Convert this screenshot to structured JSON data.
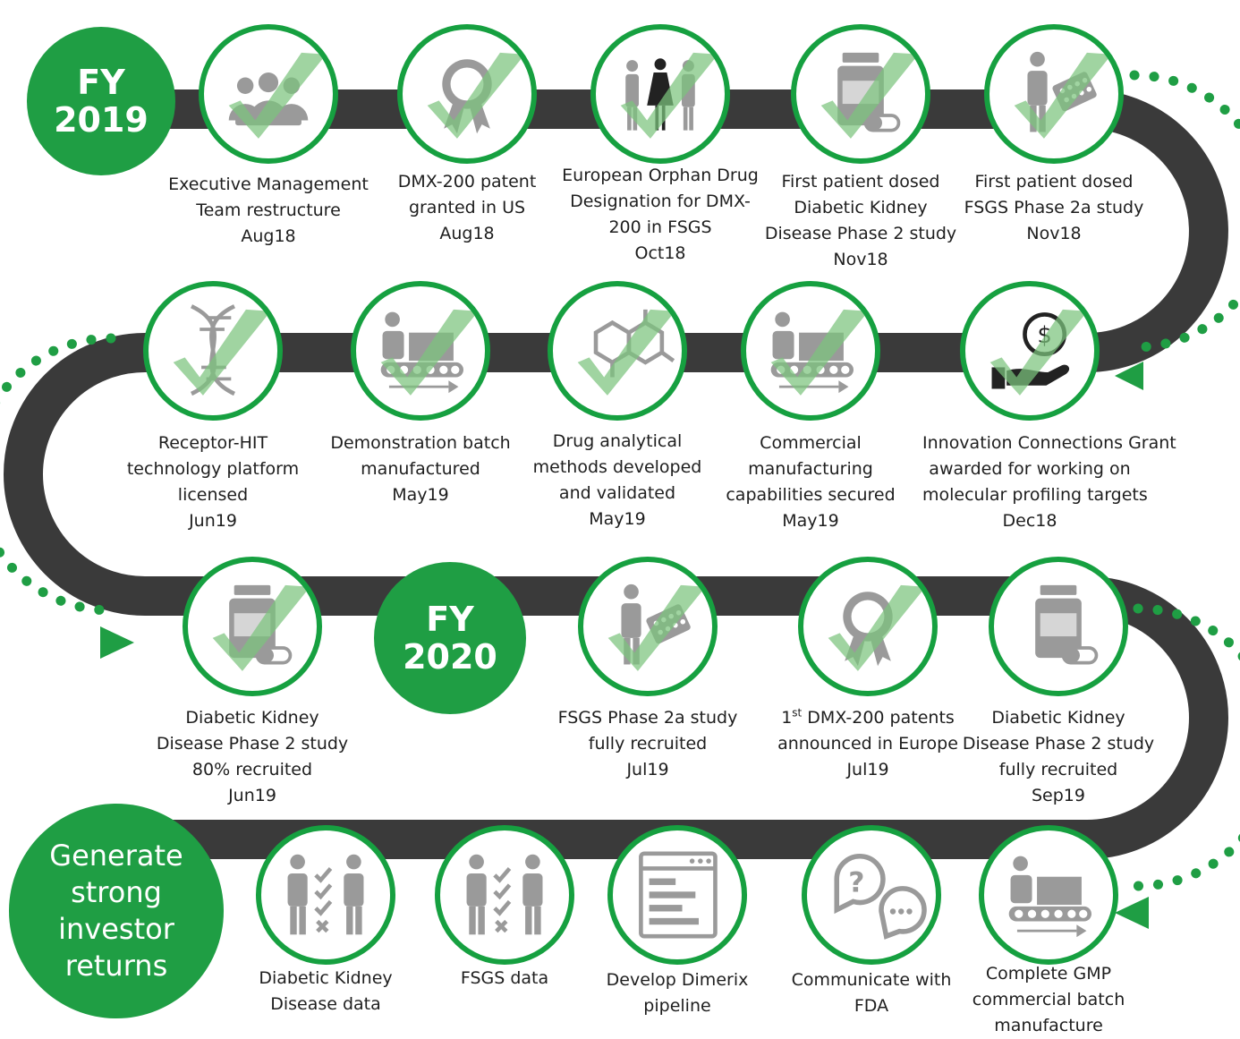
{
  "fy2019": {
    "line1": "FY",
    "line2": "2019"
  },
  "fy2020": {
    "line1": "FY",
    "line2": "2020"
  },
  "goal": {
    "lines": [
      "Generate",
      "strong",
      "investor",
      "returns"
    ]
  },
  "colors": {
    "accent": "#1f9e44",
    "road": "#3a3a3a",
    "icon": "#9a9a9a",
    "check": "#7cc37d",
    "text": "#1e1e1e"
  },
  "milestones": [
    {
      "icon": "team-icon",
      "completed": true,
      "lines": [
        "Executive Management",
        "Team restructure",
        "Aug18"
      ]
    },
    {
      "icon": "award-ribbon-icon",
      "completed": true,
      "lines": [
        "DMX-200 patent",
        "granted in US",
        "Aug18"
      ]
    },
    {
      "icon": "patients-icon",
      "completed": true,
      "lines": [
        "European Orphan Drug",
        "Designation for DMX-",
        "200 in FSGS",
        "Oct18"
      ]
    },
    {
      "icon": "medicine-bottle-icon",
      "completed": true,
      "lines": [
        "First patient dosed",
        "Diabetic Kidney",
        "Disease Phase 2 study",
        "Nov18"
      ]
    },
    {
      "icon": "patient-with-pills-icon",
      "completed": true,
      "lines": [
        "First patient dosed",
        "FSGS Phase 2a study",
        "Nov18"
      ]
    },
    {
      "icon": "grant-money-hand-icon",
      "completed": true,
      "lines": [
        "Innovation Connections Grant",
        "awarded for working on",
        "molecular profiling targets",
        "Dec18"
      ]
    },
    {
      "icon": "conveyor-worker-icon",
      "completed": true,
      "lines": [
        "Commercial",
        "manufacturing",
        "capabilities secured",
        "May19"
      ]
    },
    {
      "icon": "molecule-icon",
      "completed": true,
      "lines": [
        "Drug analytical",
        "methods developed",
        "and validated",
        "May19"
      ]
    },
    {
      "icon": "conveyor-worker-icon",
      "completed": true,
      "lines": [
        "Demonstration batch",
        "manufactured",
        "May19"
      ]
    },
    {
      "icon": "dna-icon",
      "completed": true,
      "lines": [
        "Receptor-HIT",
        "technology platform",
        "licensed",
        "Jun19"
      ]
    },
    {
      "icon": "medicine-bottle-icon",
      "completed": true,
      "lines": [
        "Diabetic Kidney",
        "Disease Phase 2 study",
        "80% recruited",
        "Jun19"
      ]
    },
    {
      "icon": "patient-with-pills-icon",
      "completed": true,
      "lines": [
        "FSGS Phase 2a study",
        "fully recruited",
        "Jul19"
      ]
    },
    {
      "icon": "award-ribbon-icon",
      "completed": true,
      "lines": [
        "1st DMX-200 patents",
        "announced in Europe",
        "Jul19"
      ]
    },
    {
      "icon": "medicine-bottle-icon",
      "completed": false,
      "lines": [
        "Diabetic Kidney",
        "Disease Phase 2 study",
        "fully recruited",
        "Sep19"
      ]
    },
    {
      "icon": "conveyor-worker-icon",
      "completed": false,
      "lines": [
        "Complete GMP",
        "commercial batch",
        "manufacture"
      ]
    },
    {
      "icon": "chat-bubbles-icon",
      "completed": false,
      "lines": [
        "Communicate with",
        "FDA"
      ]
    },
    {
      "icon": "pipeline-window-icon",
      "completed": false,
      "lines": [
        "Develop Dimerix",
        "pipeline"
      ]
    },
    {
      "icon": "doctors-checklist-icon",
      "completed": false,
      "lines": [
        "FSGS data"
      ]
    },
    {
      "icon": "doctors-checklist-icon",
      "completed": false,
      "lines": [
        "Diabetic Kidney",
        "Disease data"
      ]
    }
  ]
}
